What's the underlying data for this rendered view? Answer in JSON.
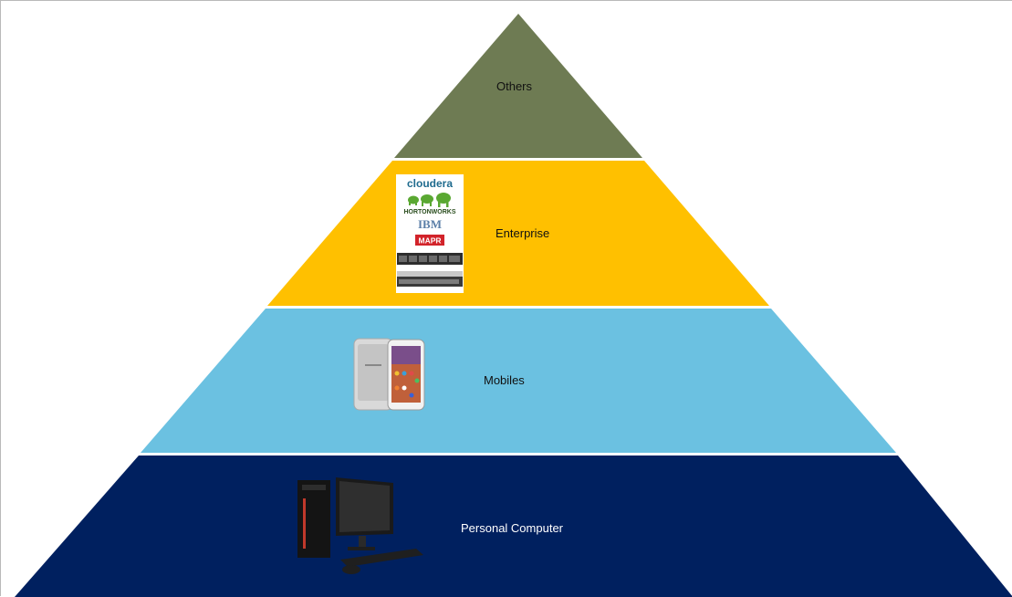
{
  "tiers": [
    {
      "key": "others",
      "label": "Others",
      "color": "#6e7b53",
      "text_color": "#111111"
    },
    {
      "key": "enterprise",
      "label": "Enterprise",
      "color": "#ffc000",
      "text_color": "#111111"
    },
    {
      "key": "mobiles",
      "label": "Mobiles",
      "color": "#6bc1e1",
      "text_color": "#111111"
    },
    {
      "key": "pc",
      "label": "Personal Computer",
      "color": "#00205f",
      "text_color": "#ffffff"
    }
  ],
  "enterprise_logos": {
    "cloudera": "cloudera",
    "hortonworks": "HORTONWORKS",
    "ibm": "IBM",
    "mapr": "MAPR"
  },
  "icons": {
    "enterprise": "server-vendors-icon",
    "mobiles": "smartphone-icon",
    "pc": "desktop-computer-icon"
  }
}
